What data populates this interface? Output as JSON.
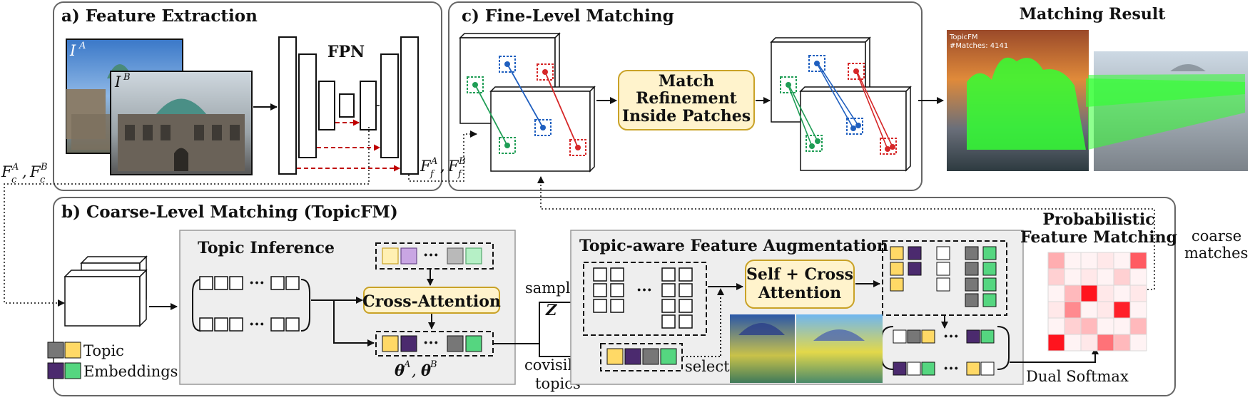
{
  "sections": {
    "feature_extraction": "a) Feature Extraction",
    "coarse_matching": "b) Coarse-Level Matching (TopicFM)",
    "fine_matching": "c) Fine-Level Matching",
    "matching_result": "Matching Result"
  },
  "labels": {
    "fpn": "FPN",
    "image_a": "I",
    "image_a_sup": "A",
    "image_b": "I",
    "image_b_sup": "B",
    "coarse_features": "F",
    "coarse_sub": "c",
    "coarse_a": "A",
    "coarse_b": "B",
    "fine_features": "F",
    "fine_sub": "f",
    "fine_a": "A",
    "fine_b": "B",
    "topic_inference": "Topic Inference",
    "cross_attention": "Cross-Attention",
    "theta": "θ",
    "theta_a": "A",
    "theta_b": "B",
    "topic_aware": "Topic-aware Feature Augmentation",
    "self_cross_line1": "Self + Cross",
    "self_cross_line2": "Attention",
    "sample": "sample",
    "z": "Z",
    "covisible": "covisible",
    "topics_word": "topics",
    "select": "select",
    "prob_line1": "Probabilistic",
    "prob_line2": "Feature Matching",
    "coarse_line1": "coarse",
    "coarse_line2": "matches",
    "dual_softmax": "Dual Softmax",
    "legend_topic": "Topic",
    "legend_embeddings": "Embeddings",
    "refine_line1": "Match",
    "refine_line2": "Refinement",
    "refine_line3": "Inside Patches",
    "result_caption_line1": "TopicFM",
    "result_caption_line2": "#Matches: 4141",
    "ellipsis": "···"
  },
  "colors": {
    "frame": "#666666",
    "gray_panel": "#eeeeee",
    "callout_fill": "#fff3cc",
    "callout_stroke": "#c9a227",
    "topic_gray": "#777777",
    "topic_yellow": "#ffd966",
    "embed_purple": "#4b2a6e",
    "embed_green": "#55d680",
    "light_yellow": "#fff0b3",
    "light_purple": "#c9a6e3",
    "light_gray": "#b9b9b9",
    "light_green": "#b6f0c6",
    "green_kp": "#1f9d55",
    "blue_kp": "#1f5fbf",
    "red_kp": "#d62728",
    "red_arrow": "#c00000",
    "match_green": "#33ff33"
  },
  "heatmap": [
    [
      0.35,
      0.05,
      0.05,
      0.1,
      0.05,
      0.7
    ],
    [
      0.2,
      0.05,
      0.1,
      0.05,
      0.2,
      0.05
    ],
    [
      0.05,
      0.3,
      1.0,
      0.1,
      0.05,
      0.1
    ],
    [
      0.1,
      0.5,
      0.05,
      0.1,
      0.95,
      0.05
    ],
    [
      0.05,
      0.2,
      0.3,
      0.05,
      0.05,
      0.3
    ],
    [
      1.0,
      0.05,
      0.1,
      0.6,
      0.3,
      0.05
    ]
  ]
}
